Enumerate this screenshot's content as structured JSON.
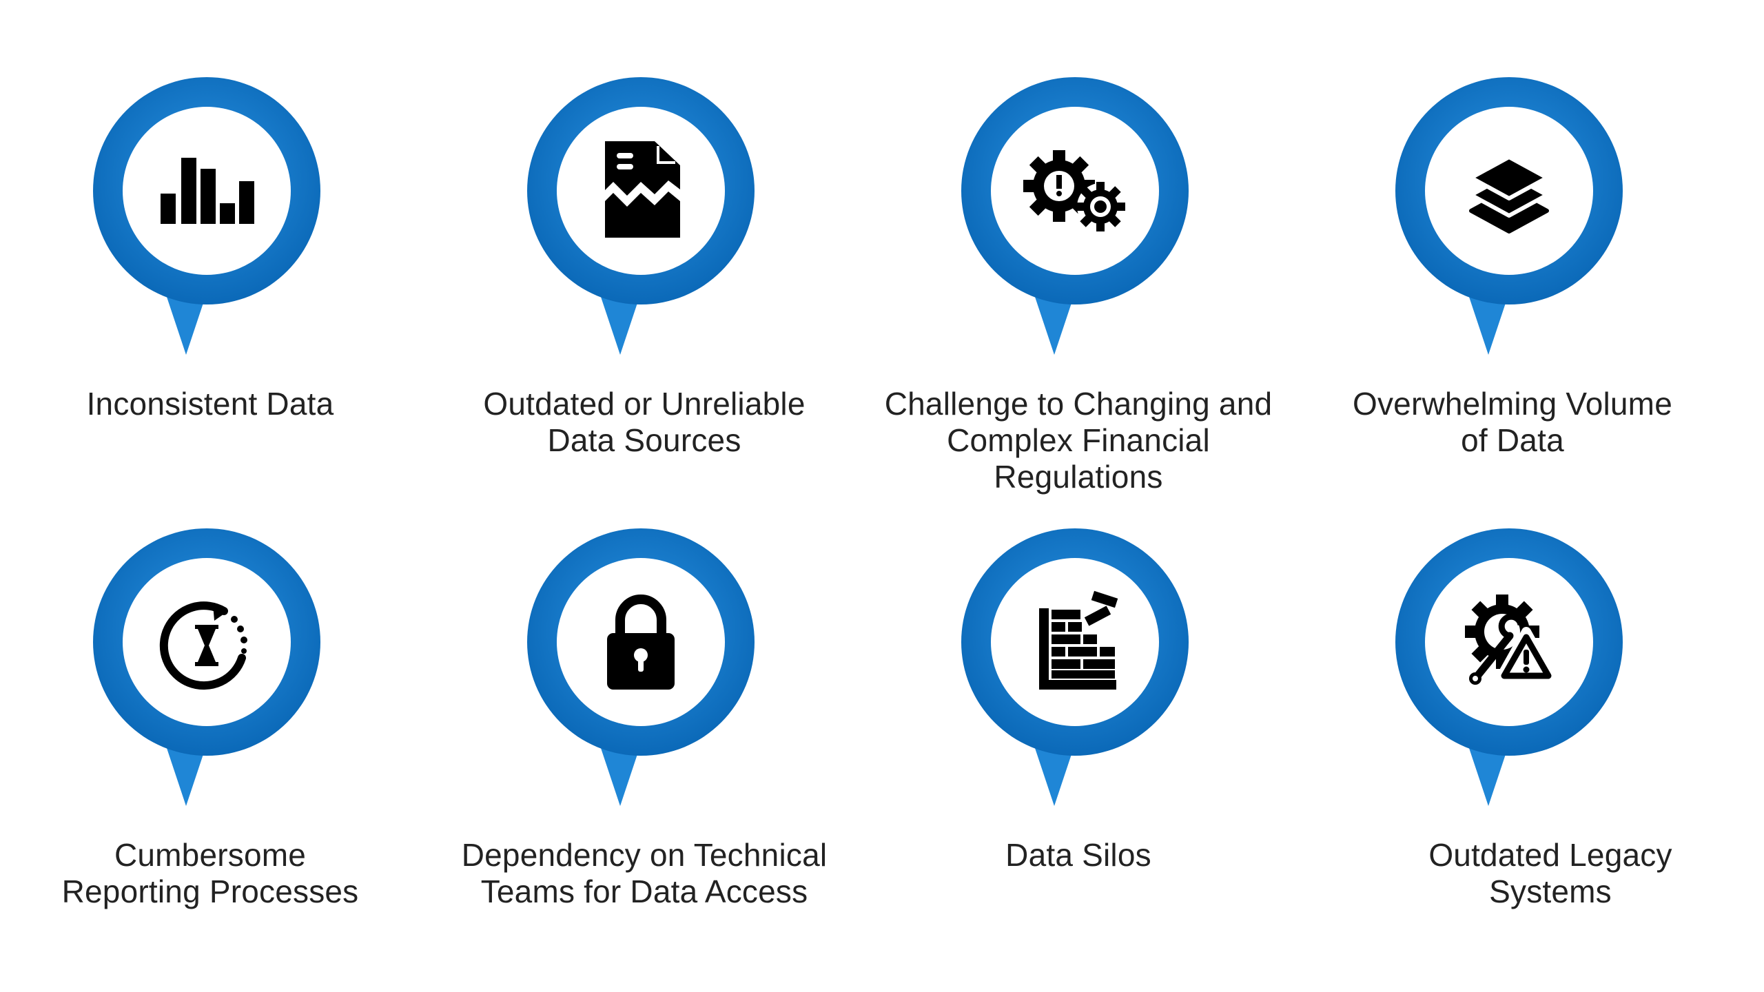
{
  "colors": {
    "ring": "#1f86d6",
    "ring_dark": "#0b69b8",
    "inner": "#ffffff",
    "icon": "#000000",
    "text": "#222222"
  },
  "items": [
    {
      "label": "Inconsistent Data",
      "icon": "bar-chart-icon"
    },
    {
      "label": "Outdated or Unreliable\nData Sources",
      "icon": "torn-document-icon"
    },
    {
      "label": "Challenge to Changing and\nComplex Financial\nRegulations",
      "icon": "gears-alert-icon"
    },
    {
      "label": "Overwhelming Volume\nof Data",
      "icon": "layers-icon"
    },
    {
      "label": "Cumbersome\nReporting Processes",
      "icon": "hourglass-clock-icon"
    },
    {
      "label": "Dependency on Technical\nTeams for Data Access",
      "icon": "padlock-icon"
    },
    {
      "label": "Data Silos",
      "icon": "bricks-icon"
    },
    {
      "label": "Outdated Legacy\nSystems",
      "icon": "legacy-warning-icon"
    }
  ]
}
